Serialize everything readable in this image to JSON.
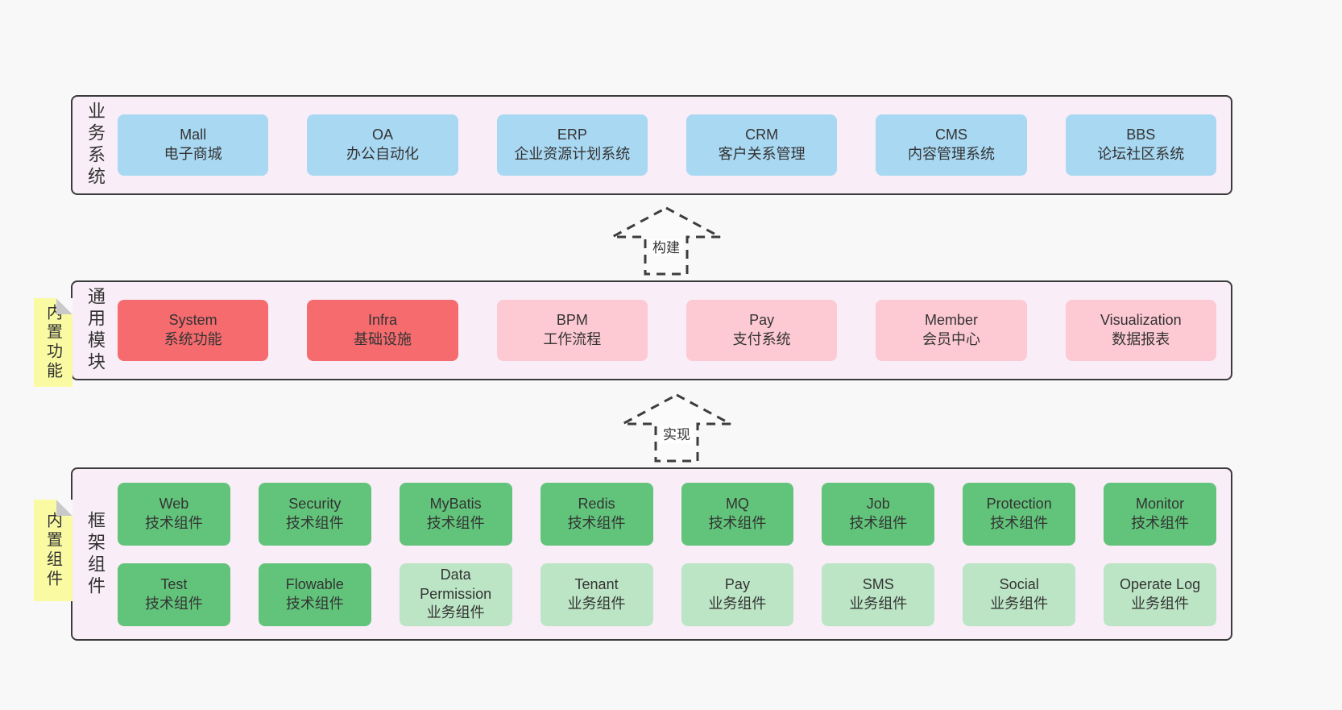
{
  "colors": {
    "page_background": "#f8f8f8",
    "section_background": "#f9edf7",
    "section_border": "#3b3b3b",
    "blue_box": "#a9d8f2",
    "red_box": "#f56b6e",
    "pink_box": "#fdc9d3",
    "green_box": "#62c47b",
    "light_green_box": "#bce5c5",
    "sticky_note": "#fafaa3",
    "text": "#333333"
  },
  "sections": {
    "business": {
      "label": "业务系统",
      "boxes": [
        {
          "en": "Mall",
          "zh": "电子商城"
        },
        {
          "en": "OA",
          "zh": "办公自动化"
        },
        {
          "en": "ERP",
          "zh": "企业资源计划系统"
        },
        {
          "en": "CRM",
          "zh": "客户关系管理"
        },
        {
          "en": "CMS",
          "zh": "内容管理系统"
        },
        {
          "en": "BBS",
          "zh": "论坛社区系统"
        }
      ]
    },
    "modules": {
      "label": "通用模块",
      "sticky": "内置功能",
      "boxes": [
        {
          "en": "System",
          "zh": "系统功能"
        },
        {
          "en": "Infra",
          "zh": "基础设施"
        },
        {
          "en": "BPM",
          "zh": "工作流程"
        },
        {
          "en": "Pay",
          "zh": "支付系统"
        },
        {
          "en": "Member",
          "zh": "会员中心"
        },
        {
          "en": "Visualization",
          "zh": "数据报表"
        }
      ]
    },
    "framework": {
      "label": "框架组件",
      "sticky": "内置组件",
      "row1": [
        {
          "en": "Web",
          "zh": "技术组件"
        },
        {
          "en": "Security",
          "zh": "技术组件"
        },
        {
          "en": "MyBatis",
          "zh": "技术组件"
        },
        {
          "en": "Redis",
          "zh": "技术组件"
        },
        {
          "en": "MQ",
          "zh": "技术组件"
        },
        {
          "en": "Job",
          "zh": "技术组件"
        },
        {
          "en": "Protection",
          "zh": "技术组件"
        },
        {
          "en": "Monitor",
          "zh": "技术组件"
        }
      ],
      "row2": [
        {
          "en": "Test",
          "zh": "技术组件"
        },
        {
          "en": "Flowable",
          "zh": "技术组件"
        },
        {
          "en": "Data Permission",
          "zh": "业务组件"
        },
        {
          "en": "Tenant",
          "zh": "业务组件"
        },
        {
          "en": "Pay",
          "zh": "业务组件"
        },
        {
          "en": "SMS",
          "zh": "业务组件"
        },
        {
          "en": "Social",
          "zh": "业务组件"
        },
        {
          "en": "Operate Log",
          "zh": "业务组件"
        }
      ]
    }
  },
  "arrows": [
    {
      "label": "构建"
    },
    {
      "label": "实现"
    }
  ]
}
